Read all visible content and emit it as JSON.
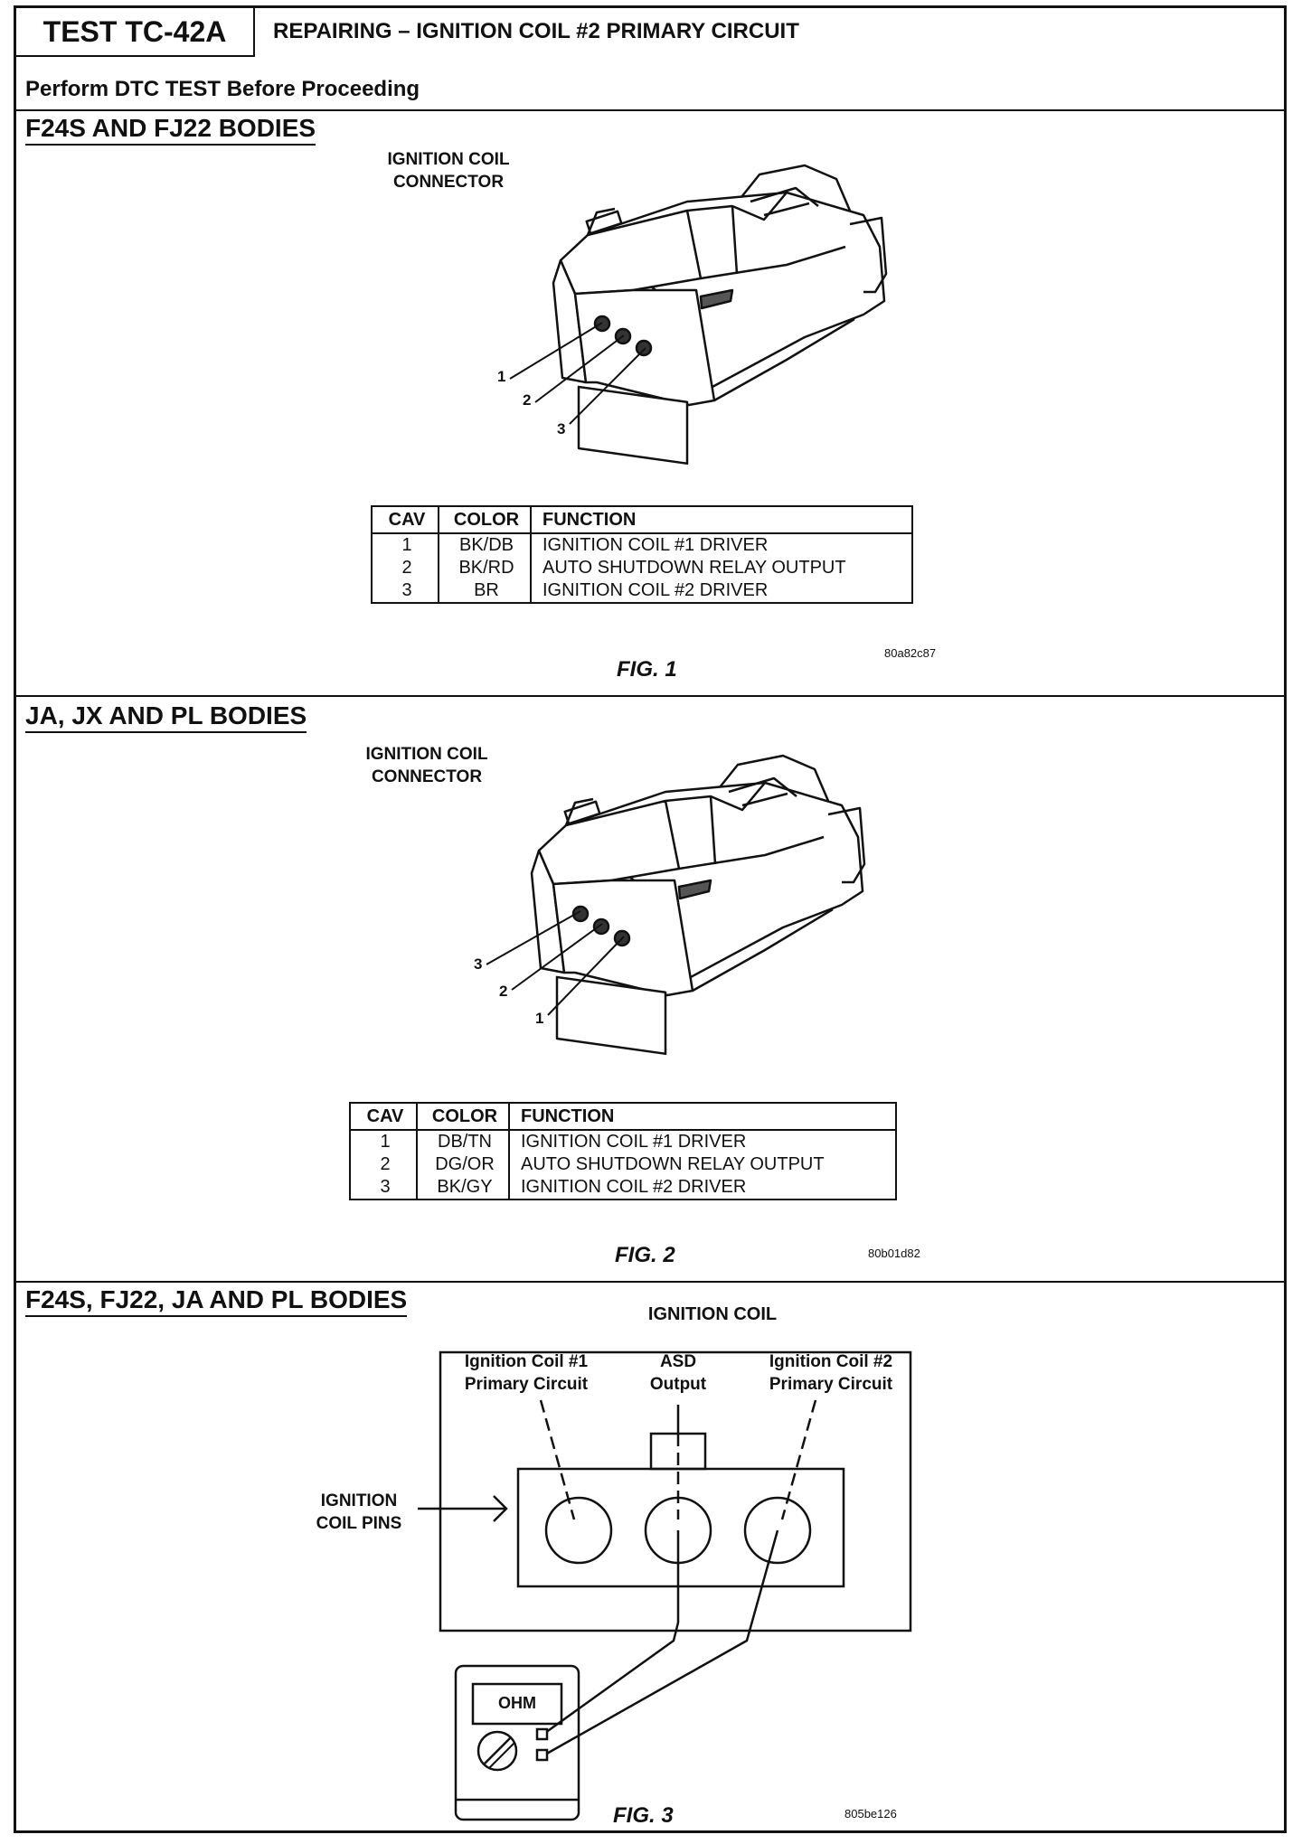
{
  "header": {
    "test_id": "TEST TC-42A",
    "title": "REPAIRING – IGNITION COIL #2 PRIMARY CIRCUIT",
    "notice": "Perform DTC TEST Before Proceeding"
  },
  "section1": {
    "title": "F24S AND FJ22 BODIES",
    "connector_label_line1": "IGNITION COIL",
    "connector_label_line2": "CONNECTOR",
    "cav_labels": [
      "1",
      "2",
      "3"
    ],
    "table": {
      "headers": [
        "CAV",
        "COLOR",
        "FUNCTION"
      ],
      "rows": [
        [
          "1",
          "BK/DB",
          "IGNITION COIL #1 DRIVER"
        ],
        [
          "2",
          "BK/RD",
          "AUTO SHUTDOWN RELAY OUTPUT"
        ],
        [
          "3",
          "BR",
          "IGNITION COIL #2 DRIVER"
        ]
      ]
    },
    "fig_label": "FIG. 1",
    "fig_code": "80a82c87"
  },
  "section2": {
    "title": "JA, JX AND PL BODIES",
    "connector_label_line1": "IGNITION COIL",
    "connector_label_line2": "CONNECTOR",
    "cav_labels": [
      "3",
      "2",
      "1"
    ],
    "table": {
      "headers": [
        "CAV",
        "COLOR",
        "FUNCTION"
      ],
      "rows": [
        [
          "1",
          "DB/TN",
          "IGNITION COIL #1 DRIVER"
        ],
        [
          "2",
          "DG/OR",
          "AUTO SHUTDOWN RELAY OUTPUT"
        ],
        [
          "3",
          "BK/GY",
          "IGNITION COIL #2 DRIVER"
        ]
      ]
    },
    "fig_label": "FIG. 2",
    "fig_code": "80b01d82"
  },
  "section3": {
    "title": "F24S, FJ22, JA AND PL BODIES",
    "coil_title": "IGNITION COIL",
    "coil1_line1": "Ignition Coil #1",
    "coil1_line2": "Primary Circuit",
    "asd_line1": "ASD",
    "asd_line2": "Output",
    "coil2_line1": "Ignition Coil #2",
    "coil2_line2": "Primary Circuit",
    "pins_line1": "IGNITION",
    "pins_line2": "COIL PINS",
    "meter_label": "OHM",
    "fig_label": "FIG. 3",
    "fig_code": "805be126"
  }
}
